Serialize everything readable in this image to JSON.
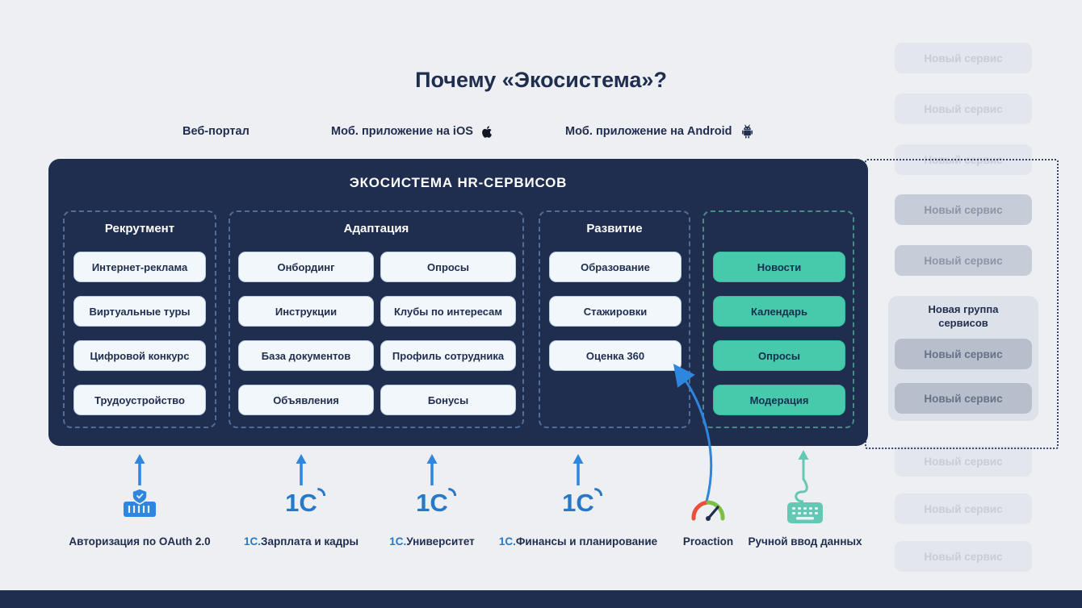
{
  "slide": {
    "title": "Почему «Экосистема»?"
  },
  "platforms": {
    "web": "Веб-портал",
    "ios": "Моб. приложение на iOS",
    "android": "Моб. приложение на Android"
  },
  "ecosystem": {
    "title": "ЭКОСИСТЕМА HR-СЕРВИСОВ",
    "recruitment": {
      "title": "Рекрутмент",
      "items": [
        "Интернет-реклама",
        "Виртуальные туры",
        "Цифровой конкурс",
        "Трудоустройство"
      ]
    },
    "adaptation": {
      "title": "Адаптация",
      "left": [
        "Онбординг",
        "Инструкции",
        "База документов",
        "Объявления"
      ],
      "right": [
        "Опросы",
        "Клубы по интересам",
        "Профиль сотрудника",
        "Бонусы"
      ]
    },
    "development": {
      "title": "Развитие",
      "items": [
        "Образование",
        "Стажировки",
        "Оценка 360"
      ]
    },
    "communication": {
      "items": [
        "Новости",
        "Календарь",
        "Опросы",
        "Модерация"
      ]
    }
  },
  "expansion": {
    "service_label": "Новый сервис",
    "group_title": "Новая группа сервисов"
  },
  "integrations": {
    "oauth": "Авторизация по OAuth 2.0",
    "onec_logo": "1С",
    "onec_prefix": "1С.",
    "zup": "Зарплата и кадры",
    "university": "Университет",
    "finance": "Финансы и планирование",
    "proaction": "Proaction",
    "manual_input": "Ручной ввод данных"
  },
  "colors": {
    "navy": "#1F2D4E",
    "blue": "#2E86DE",
    "teal": "#47C9AC",
    "background": "#EDEFF3"
  }
}
